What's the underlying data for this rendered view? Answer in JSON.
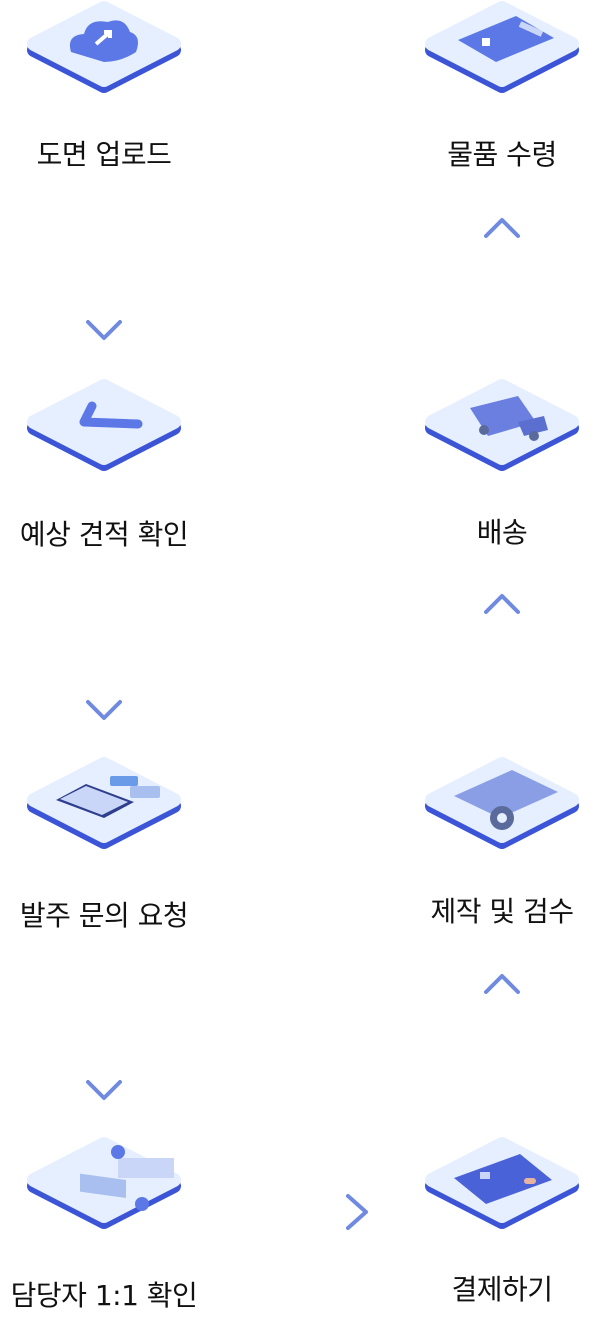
{
  "colors": {
    "tile_top": "#e6efff",
    "tile_edge": "#3b55d6",
    "icon": "#5b78e6",
    "arrow": "#6f8ae0"
  },
  "steps": [
    {
      "label": "도면 업로드",
      "icon": "cloud-upload-icon"
    },
    {
      "label": "예상 견적 확인",
      "icon": "check-icon"
    },
    {
      "label": "발주 문의 요청",
      "icon": "keyboard-chat-icon"
    },
    {
      "label": "담당자 1:1 확인",
      "icon": "chat-people-icon"
    },
    {
      "label": "결제하기",
      "icon": "credit-card-icon"
    },
    {
      "label": "제작 및 검수",
      "icon": "document-gear-icon"
    },
    {
      "label": "배송",
      "icon": "truck-icon"
    },
    {
      "label": "물품 수령",
      "icon": "package-icon"
    }
  ]
}
